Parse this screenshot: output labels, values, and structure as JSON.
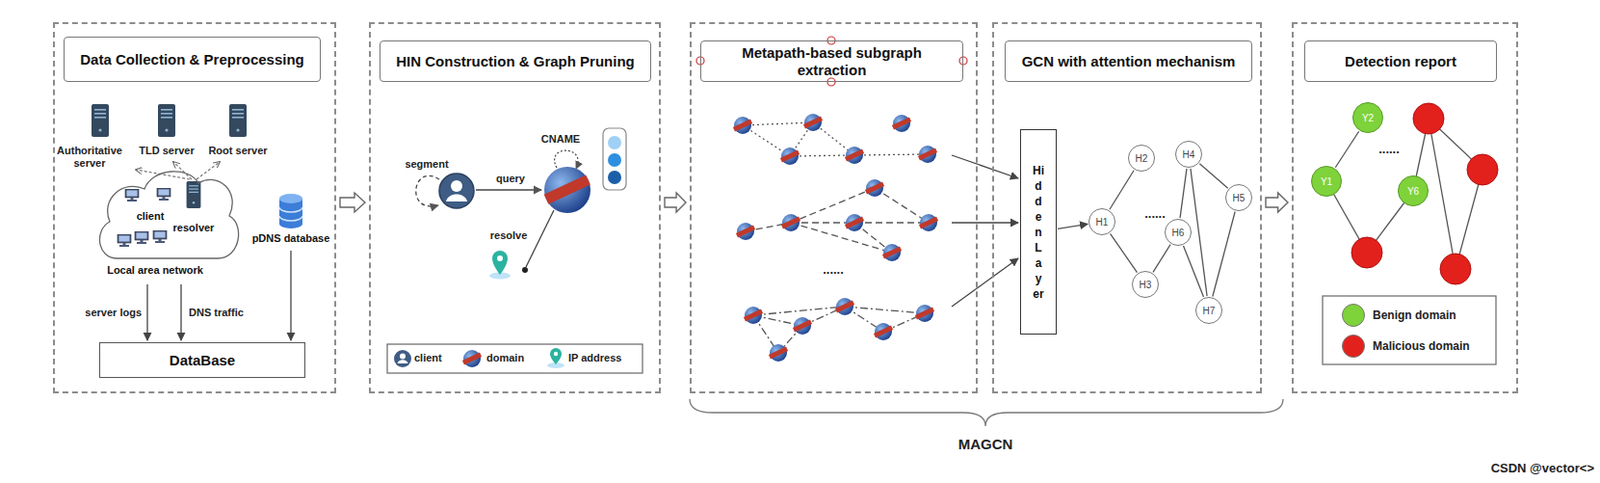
{
  "diagram": {
    "nodes": [
      {
        "text": [
          "Data Collection & Preprocessing"
        ]
      },
      {
        "text": [
          "client",
          "resolver",
          "Local area network"
        ],
        "in": 0
      },
      {
        "text": [
          "pDNS database"
        ],
        "in": 0
      },
      {
        "text": [
          "DataBase"
        ],
        "in": 0
      },
      {
        "text": [
          "HIN Construction & Graph Pruning"
        ]
      },
      {
        "text": [
          "Metapath-based subgraph extraction"
        ]
      },
      {
        "text": [
          "GCN with attention mechanism"
        ]
      },
      {
        "text": [
          "Hidden Layer"
        ],
        "in": 6
      },
      {
        "text": [
          "H1"
        ],
        "in": 6
      },
      {
        "text": [
          "H2"
        ],
        "in": 6
      },
      {
        "text": [
          "H3"
        ],
        "in": 6
      },
      {
        "text": [
          "H4"
        ],
        "in": 6
      },
      {
        "text": [
          "H5"
        ],
        "in": 6
      },
      {
        "text": [
          "H6"
        ],
        "in": 6
      },
      {
        "text": [
          "H7"
        ],
        "in": 6
      },
      {
        "text": [
          "Detection report"
        ]
      },
      {
        "text": [
          "Y2"
        ],
        "in": 15
      },
      {
        "text": [
          "Y1"
        ],
        "in": 15
      },
      {
        "text": [
          "Y6"
        ],
        "in": 15
      }
    ],
    "edges": [
      {
        "from": 0,
        "to": 4,
        "arrow": "to"
      },
      {
        "from": 4,
        "to": 5,
        "arrow": "to"
      },
      {
        "from": 5,
        "to": 7,
        "arrow": "to"
      },
      {
        "from": 6,
        "to": 15,
        "arrow": "to"
      },
      {
        "from": 1,
        "to": 3,
        "label": "server logs",
        "arrow": "to"
      },
      {
        "from": 1,
        "to": 3,
        "label": "DNS traffic",
        "arrow": "to"
      },
      {
        "from": 2,
        "to": 3,
        "arrow": "to"
      },
      {
        "from": 7,
        "to": 8,
        "arrow": "to"
      },
      {
        "from": 8,
        "to": 9,
        "arrow": "none"
      },
      {
        "from": 8,
        "to": 10,
        "arrow": "none"
      },
      {
        "from": 10,
        "to": 13,
        "arrow": "none"
      },
      {
        "from": 13,
        "to": 11,
        "arrow": "none"
      },
      {
        "from": 11,
        "to": 12,
        "arrow": "none"
      },
      {
        "from": 11,
        "to": 14,
        "arrow": "none"
      },
      {
        "from": 12,
        "to": 14,
        "arrow": "none"
      },
      {
        "from": 13,
        "to": 14,
        "arrow": "none"
      },
      {
        "from": 17,
        "to": 16,
        "arrow": "none"
      }
    ],
    "labels": [
      "Authoritative server",
      "TLD server",
      "Root server",
      "segment",
      "query",
      "CNAME",
      "resolve",
      "......",
      "......",
      "......",
      "MAGCN",
      "CSDN @vector<>"
    ],
    "legend": [
      {
        "text": "client"
      },
      {
        "text": "domain"
      },
      {
        "text": "IP address"
      },
      {
        "text": "Benign domain",
        "color": "#7ed23a"
      },
      {
        "text": "Malicious domain",
        "color": "#e3211c"
      }
    ]
  }
}
